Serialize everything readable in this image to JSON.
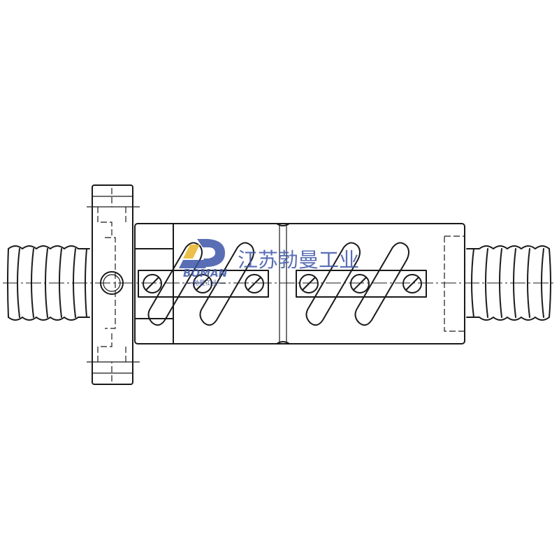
{
  "watermark": {
    "brand_latin": "BOMAN",
    "brand_small": "— 勃曼工业 —",
    "company_cn": "江苏勃曼工业",
    "color": "#3d55a8",
    "accent": "#e8b52a",
    "icon": "boman-logo-icon"
  },
  "drawing": {
    "subject": "ball-screw-nut-assembly",
    "stroke_color": "#1a1a1a",
    "background": "#ffffff"
  }
}
